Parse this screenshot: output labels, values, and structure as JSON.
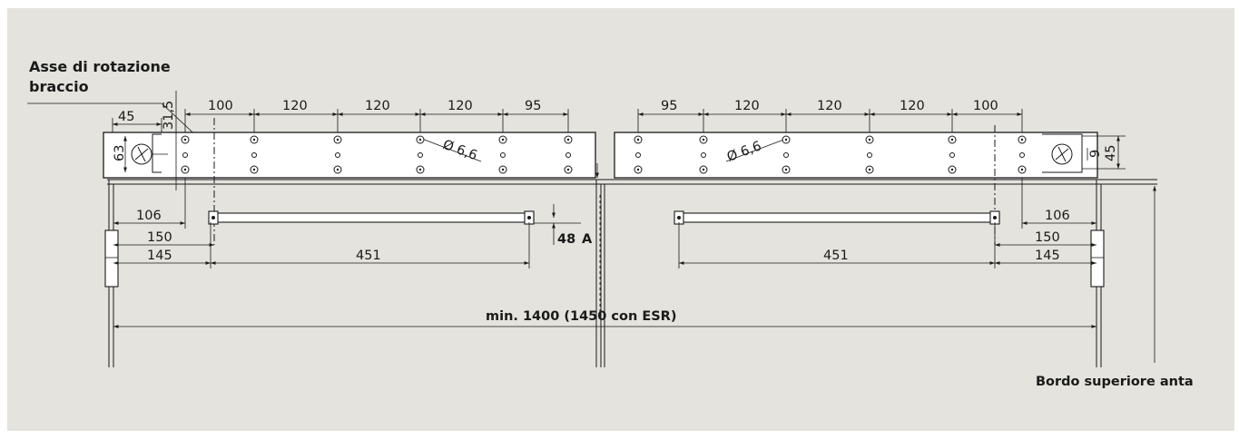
{
  "labels": {
    "axis_title_line1": "Asse di rotazione",
    "axis_title_line2": "braccio",
    "top_edge": "Bordo superiore anta",
    "overall": "min. 1400 (1450 con ESR)",
    "height_value": "48",
    "height_ref": "A"
  },
  "left_top_dims": [
    "100",
    "120",
    "120",
    "120",
    "95"
  ],
  "right_top_dims": [
    "95",
    "120",
    "120",
    "120",
    "100"
  ],
  "left_side_dims": {
    "d45": "45",
    "d31": "31,5",
    "d63": "63"
  },
  "right_side_dims": {
    "d9": "9",
    "d45": "45"
  },
  "hole_label": "Ø 6,6",
  "bottom_left": {
    "d106": "106",
    "d150": "150",
    "d145": "145",
    "d451": "451"
  },
  "bottom_right": {
    "d106": "106",
    "d150": "150",
    "d145": "145",
    "d451": "451"
  },
  "colors": {
    "panel": "#e4e3dd",
    "line": "#1a1a1a",
    "plate": "#ffffff"
  }
}
